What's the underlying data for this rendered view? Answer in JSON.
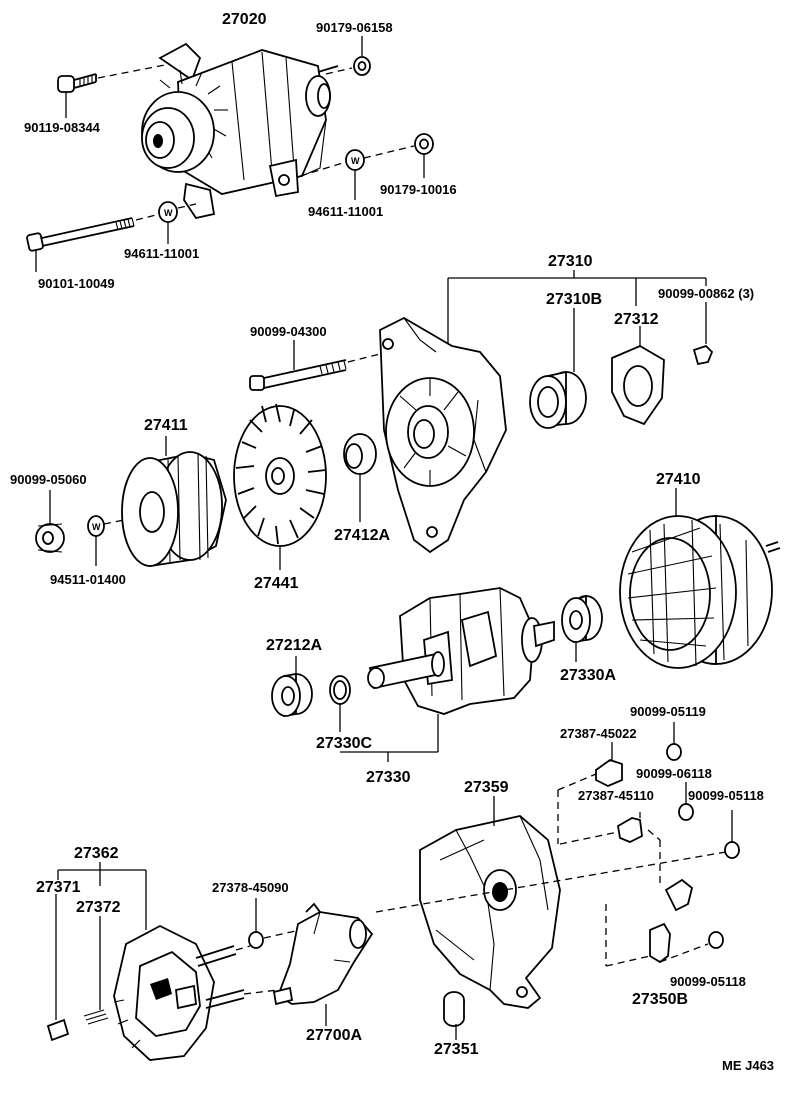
{
  "labels": {
    "p27020": "27020",
    "p90179_06158": "90179-06158",
    "p90119_08344": "90119-08344",
    "p90179_10016": "90179-10016",
    "p94611_11001a": "94611-11001",
    "p94611_11001b": "94611-11001",
    "p90101_10049": "90101-10049",
    "p27310": "27310",
    "p27310B": "27310B",
    "p27312": "27312",
    "p90099_00862": "90099-00862 (3)",
    "p90099_04300": "90099-04300",
    "p27411": "27411",
    "p90099_05060": "90099-05060",
    "p94511_01400": "94511-01400",
    "p27441": "27441",
    "p27412A": "27412A",
    "p27410": "27410",
    "p27212A": "27212A",
    "p27330A": "27330A",
    "p27330C": "27330C",
    "p27330": "27330",
    "p90099_05119": "90099-05119",
    "p27387_45022": "27387-45022",
    "p90099_06118": "90099-06118",
    "p27359": "27359",
    "p27387_45110": "27387-45110",
    "p90099_05118a": "90099-05118",
    "p27362": "27362",
    "p27371": "27371",
    "p27372": "27372",
    "p27378_45090": "27378-45090",
    "p27700A": "27700A",
    "p27351": "27351",
    "p27350B": "27350B",
    "p90099_05118b": "90099-05118"
  },
  "footer_code": "ME  J463"
}
